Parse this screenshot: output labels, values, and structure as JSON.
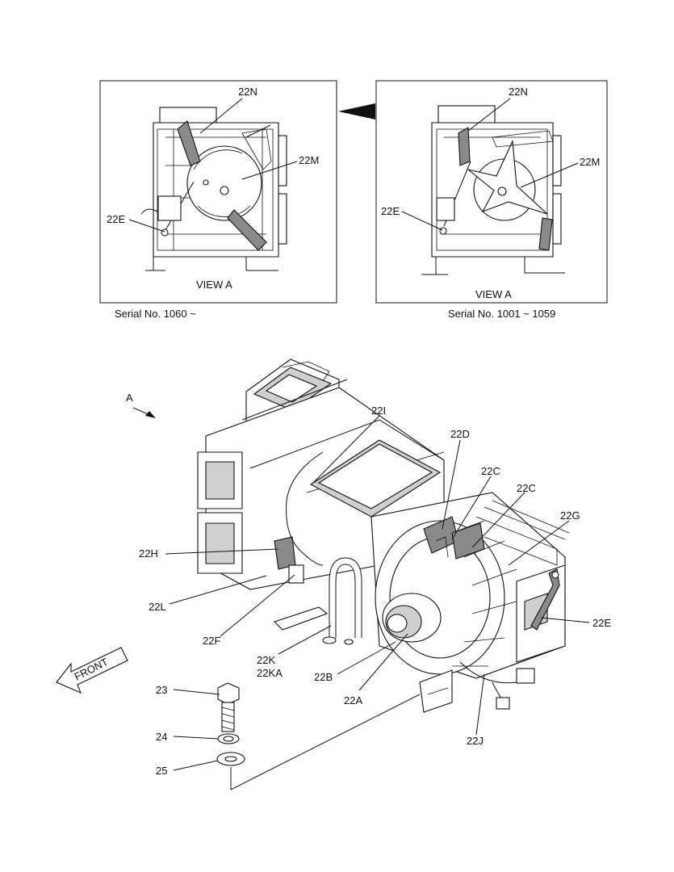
{
  "view_left": {
    "callouts": {
      "n": "22N",
      "m": "22M",
      "e": "22E"
    },
    "caption": "VIEW  A",
    "serial": "Serial No. 1060 ~"
  },
  "view_right": {
    "callouts": {
      "n": "22N",
      "m": "22M",
      "e": "22E"
    },
    "caption": "VIEW  A",
    "serial": "Serial No. 1001 ~ 1059"
  },
  "main": {
    "view_marker": "A",
    "front_label": "FRONT",
    "callouts": {
      "c22I": "22I",
      "c22D": "22D",
      "c22C1": "22C",
      "c22C2": "22C",
      "c22G": "22G",
      "c22H": "22H",
      "c22L": "22L",
      "c22F": "22F",
      "c22E": "22E",
      "c22K": "22K",
      "c22KA": "22KA",
      "c22B": "22B",
      "c22A": "22A",
      "c22J": "22J",
      "c23": "23",
      "c24": "24",
      "c25": "25"
    }
  }
}
